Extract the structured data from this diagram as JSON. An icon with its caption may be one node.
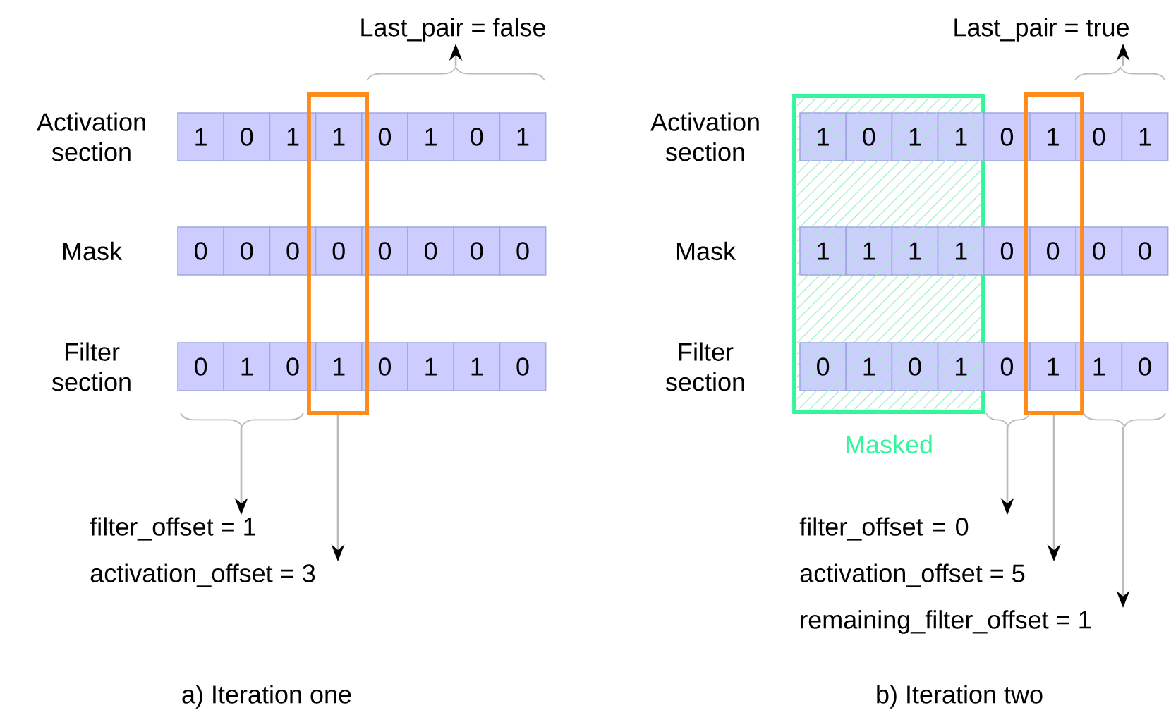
{
  "diagram": {
    "nodes": [
      {
        "text": [],
        "shape": "box"
      },
      {
        "text": [
          "filter_offset = 1"
        ]
      },
      {
        "text": [
          "activation_offset = 3"
        ]
      },
      {
        "text": [
          "Last_pair = false"
        ]
      },
      {
        "text": [
          "Masked"
        ]
      },
      {
        "text": [],
        "shape": "box"
      },
      {
        "text": [
          "filter_offset = 0"
        ]
      },
      {
        "text": [
          "activation_offset = 5"
        ]
      },
      {
        "text": [
          "remaining_filter_offset = 1"
        ]
      },
      {
        "text": [
          "Last_pair = true"
        ]
      }
    ],
    "edges": [
      {
        "from": null,
        "to": 1,
        "arrow": "to"
      },
      {
        "from": 0,
        "to": 2,
        "arrow": "to"
      },
      {
        "from": null,
        "to": 3,
        "arrow": "to"
      },
      {
        "from": null,
        "to": 6,
        "arrow": "to"
      },
      {
        "from": 5,
        "to": 7,
        "arrow": "to"
      },
      {
        "from": null,
        "to": 8,
        "arrow": "to"
      },
      {
        "from": null,
        "to": 9,
        "arrow": "to"
      }
    ],
    "labels": [
      "Activation section",
      "1",
      "0",
      "1",
      "1",
      "0",
      "1",
      "0",
      "1",
      "Mask",
      "0",
      "0",
      "0",
      "0",
      "0",
      "0",
      "0",
      "0",
      "Filter section",
      "0",
      "1",
      "0",
      "1",
      "0",
      "1",
      "1",
      "0",
      "Activation section",
      "1",
      "0",
      "1",
      "1",
      "0",
      "1",
      "0",
      "1",
      "Mask",
      "1",
      "1",
      "1",
      "1",
      "0",
      "0",
      "0",
      "0",
      "Filter section",
      "0",
      "1",
      "0",
      "1",
      "0",
      "1",
      "1",
      "0",
      "a) Iteration one",
      "b) Iteration two"
    ]
  }
}
